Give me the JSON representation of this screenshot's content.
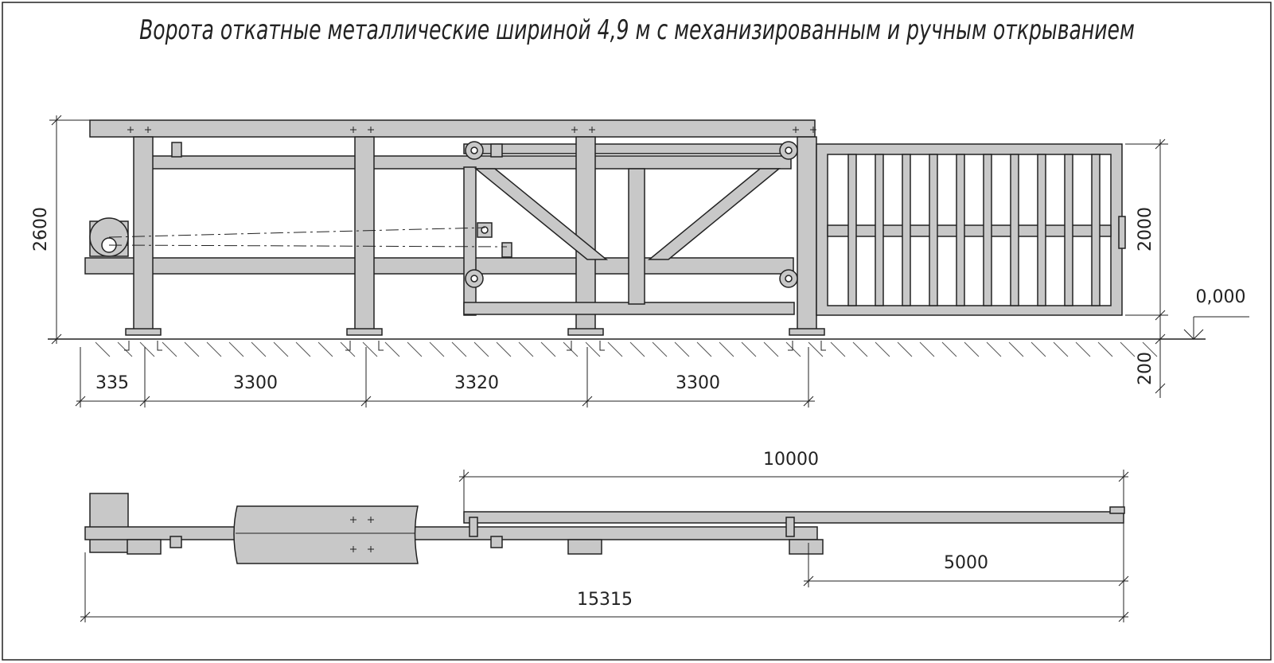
{
  "title": "Ворота откатные металлические шириной 4,9 м с механизированным и ручным открыванием",
  "elevation": {
    "height_total": "2600",
    "height_gate": "2000",
    "foundation_depth": "200",
    "level_mark": "0,000",
    "spans": [
      "335",
      "3300",
      "3320",
      "3300"
    ]
  },
  "plan": {
    "gate_leaf_length": "10000",
    "opening_width": "5000",
    "total_length": "15315"
  },
  "colors": {
    "steel_fill": "#c8c8c8",
    "line": "#222222",
    "hatch": "#555555"
  }
}
